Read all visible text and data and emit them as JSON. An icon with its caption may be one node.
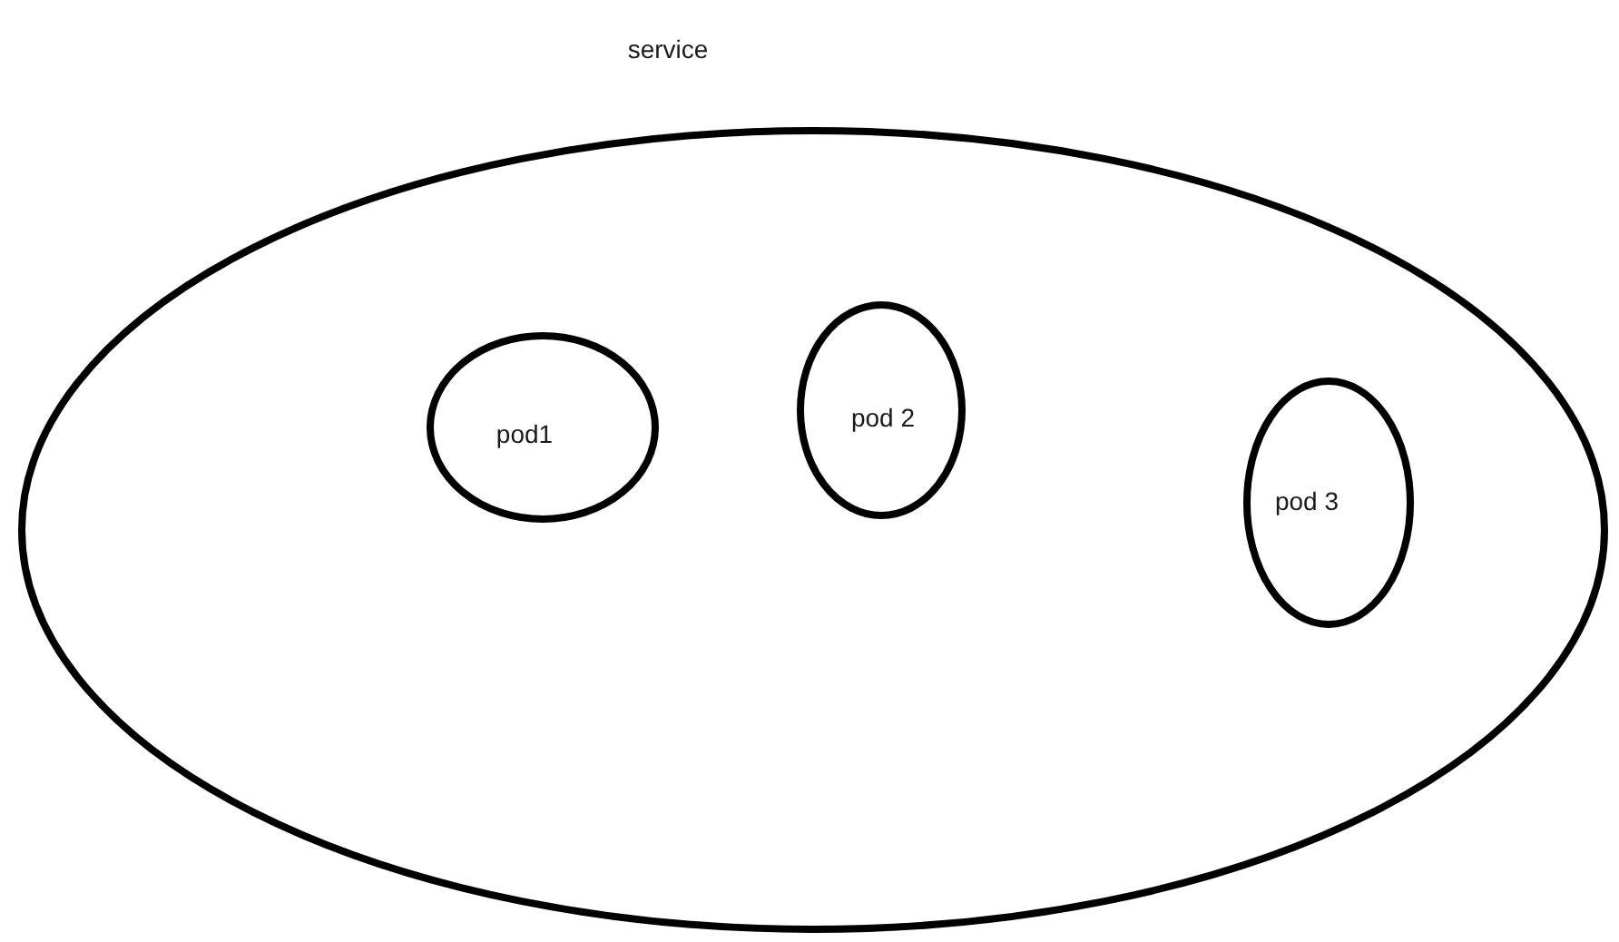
{
  "diagram": {
    "nodes": [
      {
        "text": [
          "service"
        ]
      },
      {
        "text": [
          "pod1"
        ],
        "in": 0
      },
      {
        "text": [
          "pod 2"
        ],
        "in": 0
      },
      {
        "text": [
          "pod 3"
        ],
        "in": 0
      }
    ]
  }
}
